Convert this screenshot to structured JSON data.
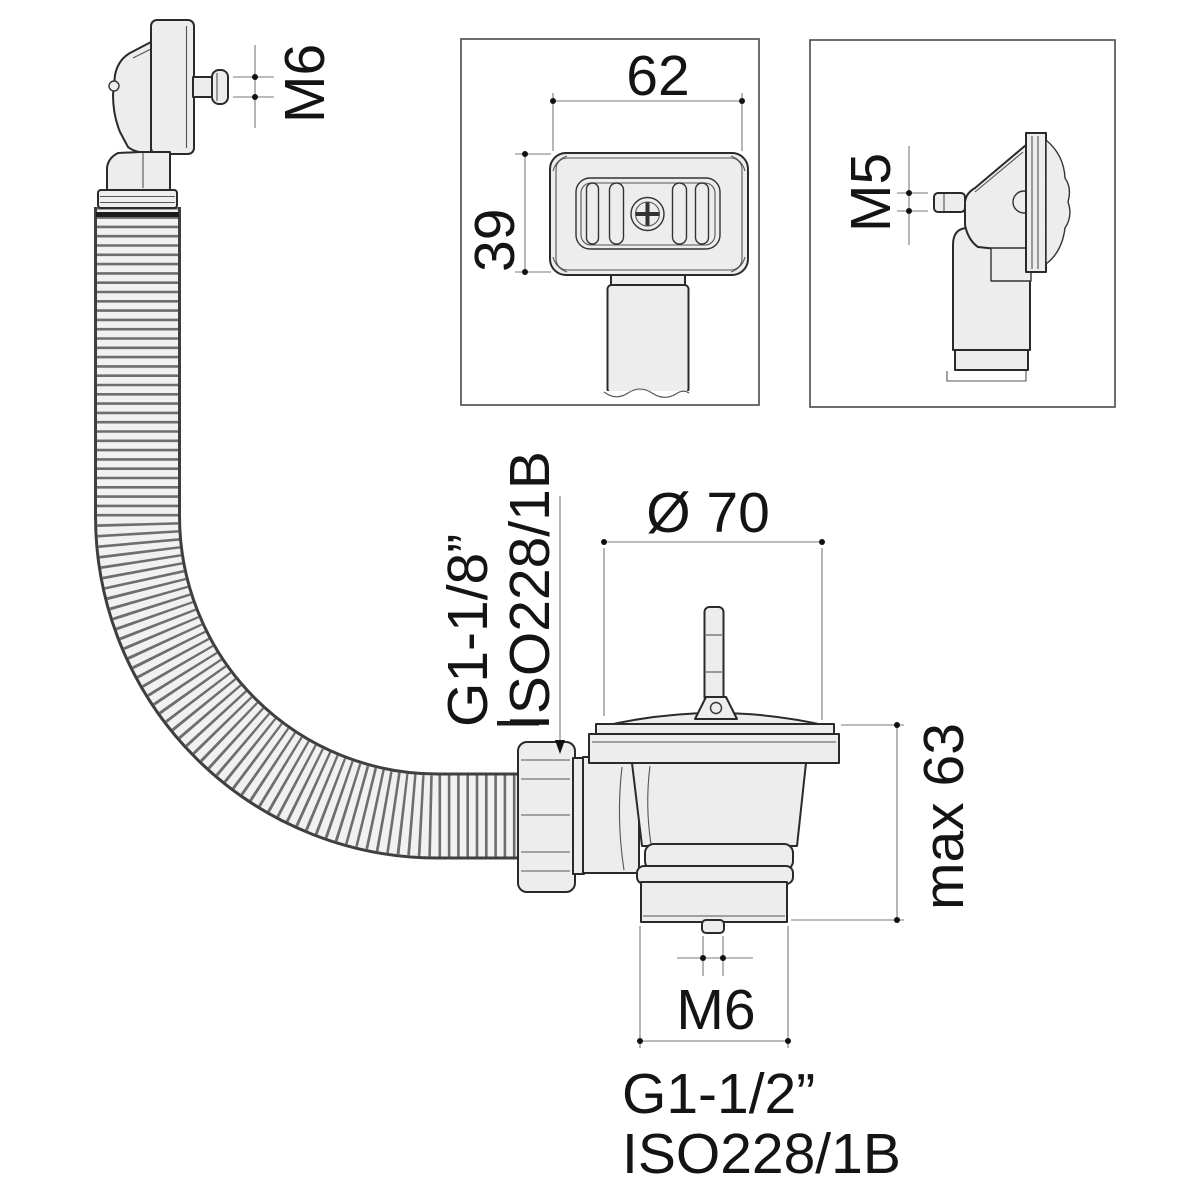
{
  "colors": {
    "background": "#ffffff",
    "part_fill": "#ededed",
    "outline": "#2a2a2a",
    "dimension_line": "#7a7a7a",
    "text": "#141414"
  },
  "views": {
    "overflow_side": {
      "screw_thread": "M6"
    },
    "overflow_front": {
      "plate_width": "62",
      "plate_height": "39"
    },
    "overflow_alt_side": {
      "screw_thread": "M5"
    },
    "drain": {
      "flange_diameter": "Ø 70",
      "inlet_thread": "G1-1/8”",
      "inlet_standard": "ISO228/1B",
      "max_height": "max 63",
      "stud_thread": "M6",
      "outlet_thread": "G1-1/2”",
      "outlet_standard": "ISO228/1B"
    }
  }
}
